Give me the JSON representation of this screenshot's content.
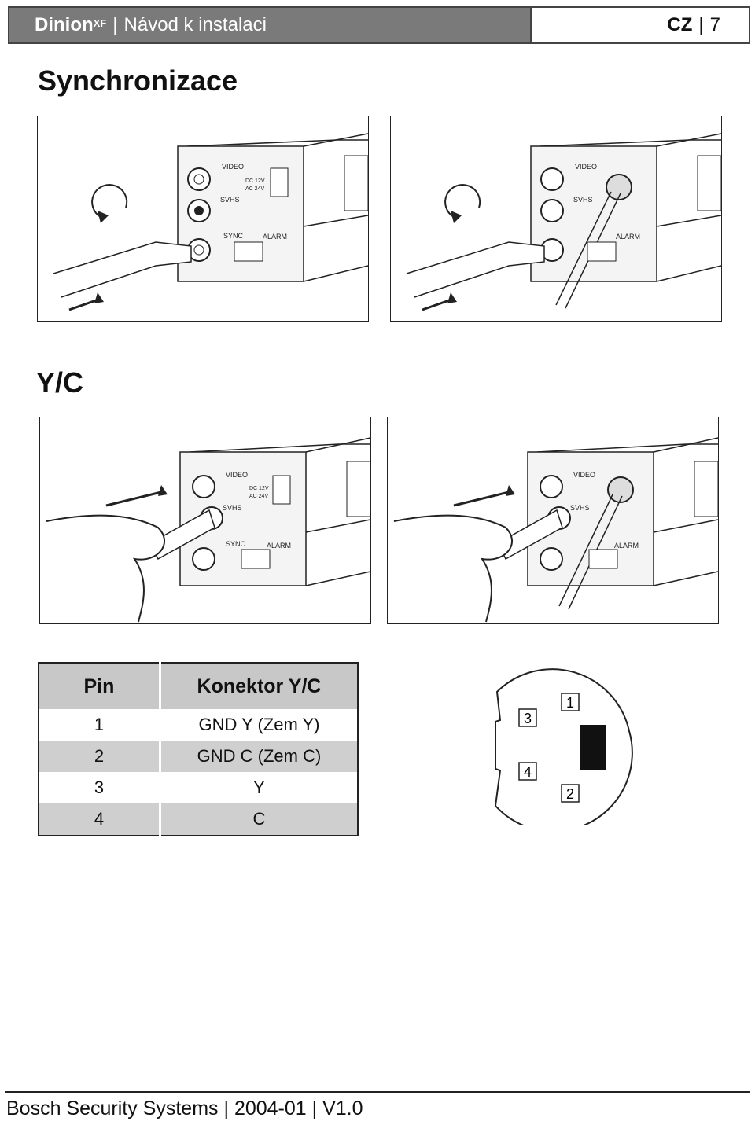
{
  "header": {
    "product": "Dinion",
    "product_sup": "XF",
    "title": "Návod k instalaci",
    "lang": "CZ",
    "page": "7"
  },
  "sections": {
    "sync": "Synchronizace",
    "yc": "Y/C"
  },
  "panel_labels": {
    "video": "VIDEO",
    "svhs": "SVHS",
    "sync": "SYNC",
    "alarm": "ALARM",
    "dc": "DC 12V",
    "ac": "AC 24V"
  },
  "table": {
    "headers": [
      "Pin",
      "Konektor Y/C"
    ],
    "rows": [
      [
        "1",
        "GND Y (Zem Y)"
      ],
      [
        "2",
        "GND C (Zem C)"
      ],
      [
        "3",
        "Y"
      ],
      [
        "4",
        "C"
      ]
    ]
  },
  "connector": {
    "pins": [
      "1",
      "2",
      "3",
      "4"
    ]
  },
  "footer": {
    "company": "Bosch Security Systems",
    "date": "2004-01",
    "version": "V1.0"
  }
}
